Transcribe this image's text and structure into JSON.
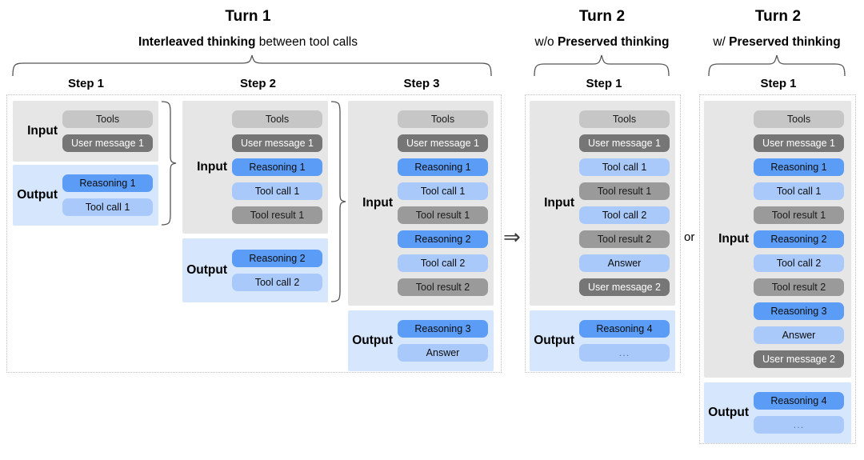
{
  "diagram": {
    "title_turn1": "Turn 1",
    "subtitle_turn1_a": "Interleaved thinking",
    "subtitle_turn1_b": " between tool calls",
    "title_turn2_wo": "Turn 2",
    "subtitle_turn2_wo_a": "w/o ",
    "subtitle_turn2_wo_b": "Preserved thinking",
    "title_turn2_w": "Turn 2",
    "subtitle_turn2_w_a": "w/ ",
    "subtitle_turn2_w_b": "Preserved thinking",
    "connector_arrow": "⇒",
    "connector_or": "or",
    "input_label": "Input",
    "output_label": "Output"
  },
  "steps": {
    "t1s1": {
      "title": "Step 1"
    },
    "t1s2": {
      "title": "Step 2"
    },
    "t1s3": {
      "title": "Step 3"
    },
    "t2wo": {
      "title": "Step 1"
    },
    "t2w": {
      "title": "Step 1"
    }
  },
  "colors": {
    "tools": "#c6c6c6",
    "user_message": "#767676",
    "reasoning": "#5b9cf6",
    "tool_call": "#a9c9fb",
    "tool_result": "#9a9a9a",
    "answer": "#a9c9fb",
    "input_bg": "#e6e6e6",
    "output_bg": "#d6e6fc",
    "region_border": "#c0c0c0"
  },
  "blocks": {
    "t1s1_input": [
      {
        "t": "Tools",
        "k": "tools"
      },
      {
        "t": "User message 1",
        "k": "usermsg"
      }
    ],
    "t1s1_output": [
      {
        "t": "Reasoning 1",
        "k": "reasoning"
      },
      {
        "t": "Tool call 1",
        "k": "toolcall"
      }
    ],
    "t1s2_input": [
      {
        "t": "Tools",
        "k": "tools"
      },
      {
        "t": "User message 1",
        "k": "usermsg"
      },
      {
        "t": "Reasoning 1",
        "k": "reasoning"
      },
      {
        "t": "Tool call 1",
        "k": "toolcall"
      },
      {
        "t": "Tool result 1",
        "k": "toolresult"
      }
    ],
    "t1s2_output": [
      {
        "t": "Reasoning 2",
        "k": "reasoning"
      },
      {
        "t": "Tool call 2",
        "k": "toolcall"
      }
    ],
    "t1s3_input": [
      {
        "t": "Tools",
        "k": "tools"
      },
      {
        "t": "User message 1",
        "k": "usermsg"
      },
      {
        "t": "Reasoning 1",
        "k": "reasoning"
      },
      {
        "t": "Tool call 1",
        "k": "toolcall"
      },
      {
        "t": "Tool result 1",
        "k": "toolresult"
      },
      {
        "t": "Reasoning 2",
        "k": "reasoning"
      },
      {
        "t": "Tool call 2",
        "k": "toolcall"
      },
      {
        "t": "Tool result 2",
        "k": "toolresult"
      }
    ],
    "t1s3_output": [
      {
        "t": "Reasoning 3",
        "k": "reasoning"
      },
      {
        "t": "Answer",
        "k": "answer"
      }
    ],
    "t2wo_input": [
      {
        "t": "Tools",
        "k": "tools"
      },
      {
        "t": "User message 1",
        "k": "usermsg"
      },
      {
        "t": "Tool call 1",
        "k": "toolcall"
      },
      {
        "t": "Tool result 1",
        "k": "toolresult"
      },
      {
        "t": "Tool call 2",
        "k": "toolcall"
      },
      {
        "t": "Tool result 2",
        "k": "toolresult"
      },
      {
        "t": "Answer",
        "k": "answer"
      },
      {
        "t": "User message 2",
        "k": "usermsg"
      }
    ],
    "t2wo_output": [
      {
        "t": "Reasoning 4",
        "k": "reasoning"
      },
      {
        "t": "...",
        "k": "ellipsis"
      }
    ],
    "t2w_input": [
      {
        "t": "Tools",
        "k": "tools"
      },
      {
        "t": "User message 1",
        "k": "usermsg"
      },
      {
        "t": "Reasoning 1",
        "k": "reasoning"
      },
      {
        "t": "Tool call 1",
        "k": "toolcall"
      },
      {
        "t": "Tool result 1",
        "k": "toolresult"
      },
      {
        "t": "Reasoning 2",
        "k": "reasoning"
      },
      {
        "t": "Tool call 2",
        "k": "toolcall"
      },
      {
        "t": "Tool result 2",
        "k": "toolresult"
      },
      {
        "t": "Reasoning 3",
        "k": "reasoning"
      },
      {
        "t": "Answer",
        "k": "answer"
      },
      {
        "t": "User message 2",
        "k": "usermsg"
      }
    ],
    "t2w_output": [
      {
        "t": "Reasoning 4",
        "k": "reasoning"
      },
      {
        "t": "...",
        "k": "ellipsis"
      }
    ]
  }
}
